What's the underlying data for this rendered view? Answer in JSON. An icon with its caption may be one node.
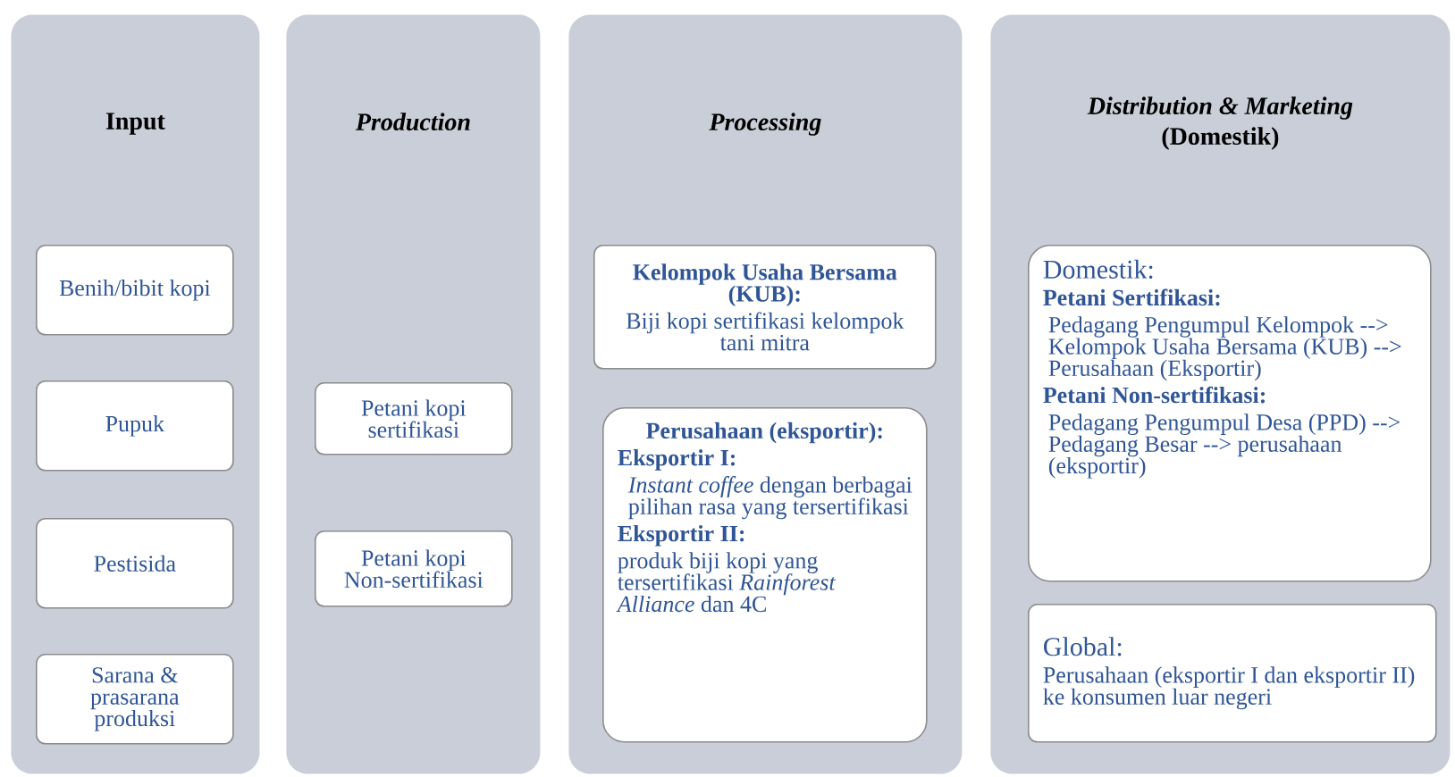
{
  "diagram": {
    "nodes": [
      {
        "text": [
          "Input"
        ]
      },
      {
        "text": [
          "Benih/bibit kopi"
        ],
        "in": 0
      },
      {
        "text": [
          "Pupuk"
        ],
        "in": 0
      },
      {
        "text": [
          "Pestisida"
        ],
        "in": 0
      },
      {
        "text": [
          "Sarana & prasarana produksi"
        ],
        "in": 0
      },
      {
        "text": [
          "Production"
        ]
      },
      {
        "text": [
          "Petani kopi sertifikasi"
        ],
        "in": 5
      },
      {
        "text": [
          "Petani kopi Non-sertifikasi"
        ],
        "in": 5
      },
      {
        "text": [
          "Processing"
        ]
      },
      {
        "text": [
          "Kelompok Usaha Bersama (KUB):",
          "Biji kopi sertifikasi kelompok tani mitra"
        ],
        "in": 8
      },
      {
        "text": [
          "Perusahaan (eksportir):",
          "Eksportir I:",
          "*Instant coffee* dengan berbagai pilihan rasa yang tersertifikasi",
          "Eksportir II:",
          "produk biji kopi yang tersertifikasi *Rainforest Alliance* dan 4C"
        ],
        "in": 8
      },
      {
        "text": [
          "*Distribution & Marketing* (Domestik)"
        ]
      },
      {
        "text": [
          "Domestik:",
          "Petani Sertifikasi:",
          "Pedagang Pengumpul Kelompok --> Kelompok Usaha Bersama (KUB) --> Perusahaan (Eksportir)",
          "Petani Non-sertifikasi:",
          "Pedagang Pengumpul Desa (PPD) --> Pedagang Besar --> perusahaan (eksportir)"
        ],
        "in": 11
      },
      {
        "text": [
          "Global:",
          "Perusahaan (eksportir I dan eksportir II) ke konsumen luar negeri"
        ],
        "in": 11
      }
    ]
  }
}
